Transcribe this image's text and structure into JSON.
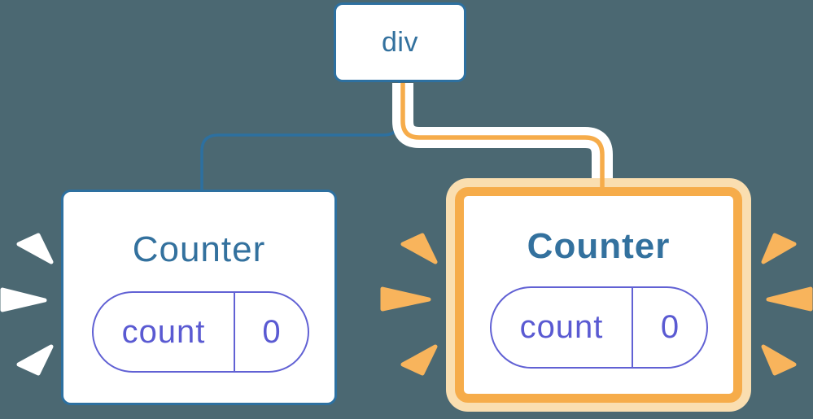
{
  "colors": {
    "background": "#4B6872",
    "blue": "#2D70A0",
    "title-blue": "#33719E",
    "purple": "#5A5AD2",
    "purple-border": "#6161D4",
    "orange": "#F6AC4A",
    "orange-pale": "#FADEB0",
    "spark-orange": "#F8B45C",
    "card-bg": "#FFFFFF"
  },
  "diagram": {
    "root": {
      "label": "div"
    },
    "children": [
      {
        "title": "Counter",
        "state_key": "count",
        "state_value": "0",
        "highlighted": false
      },
      {
        "title": "Counter",
        "state_key": "count",
        "state_value": "0",
        "highlighted": true
      }
    ]
  }
}
